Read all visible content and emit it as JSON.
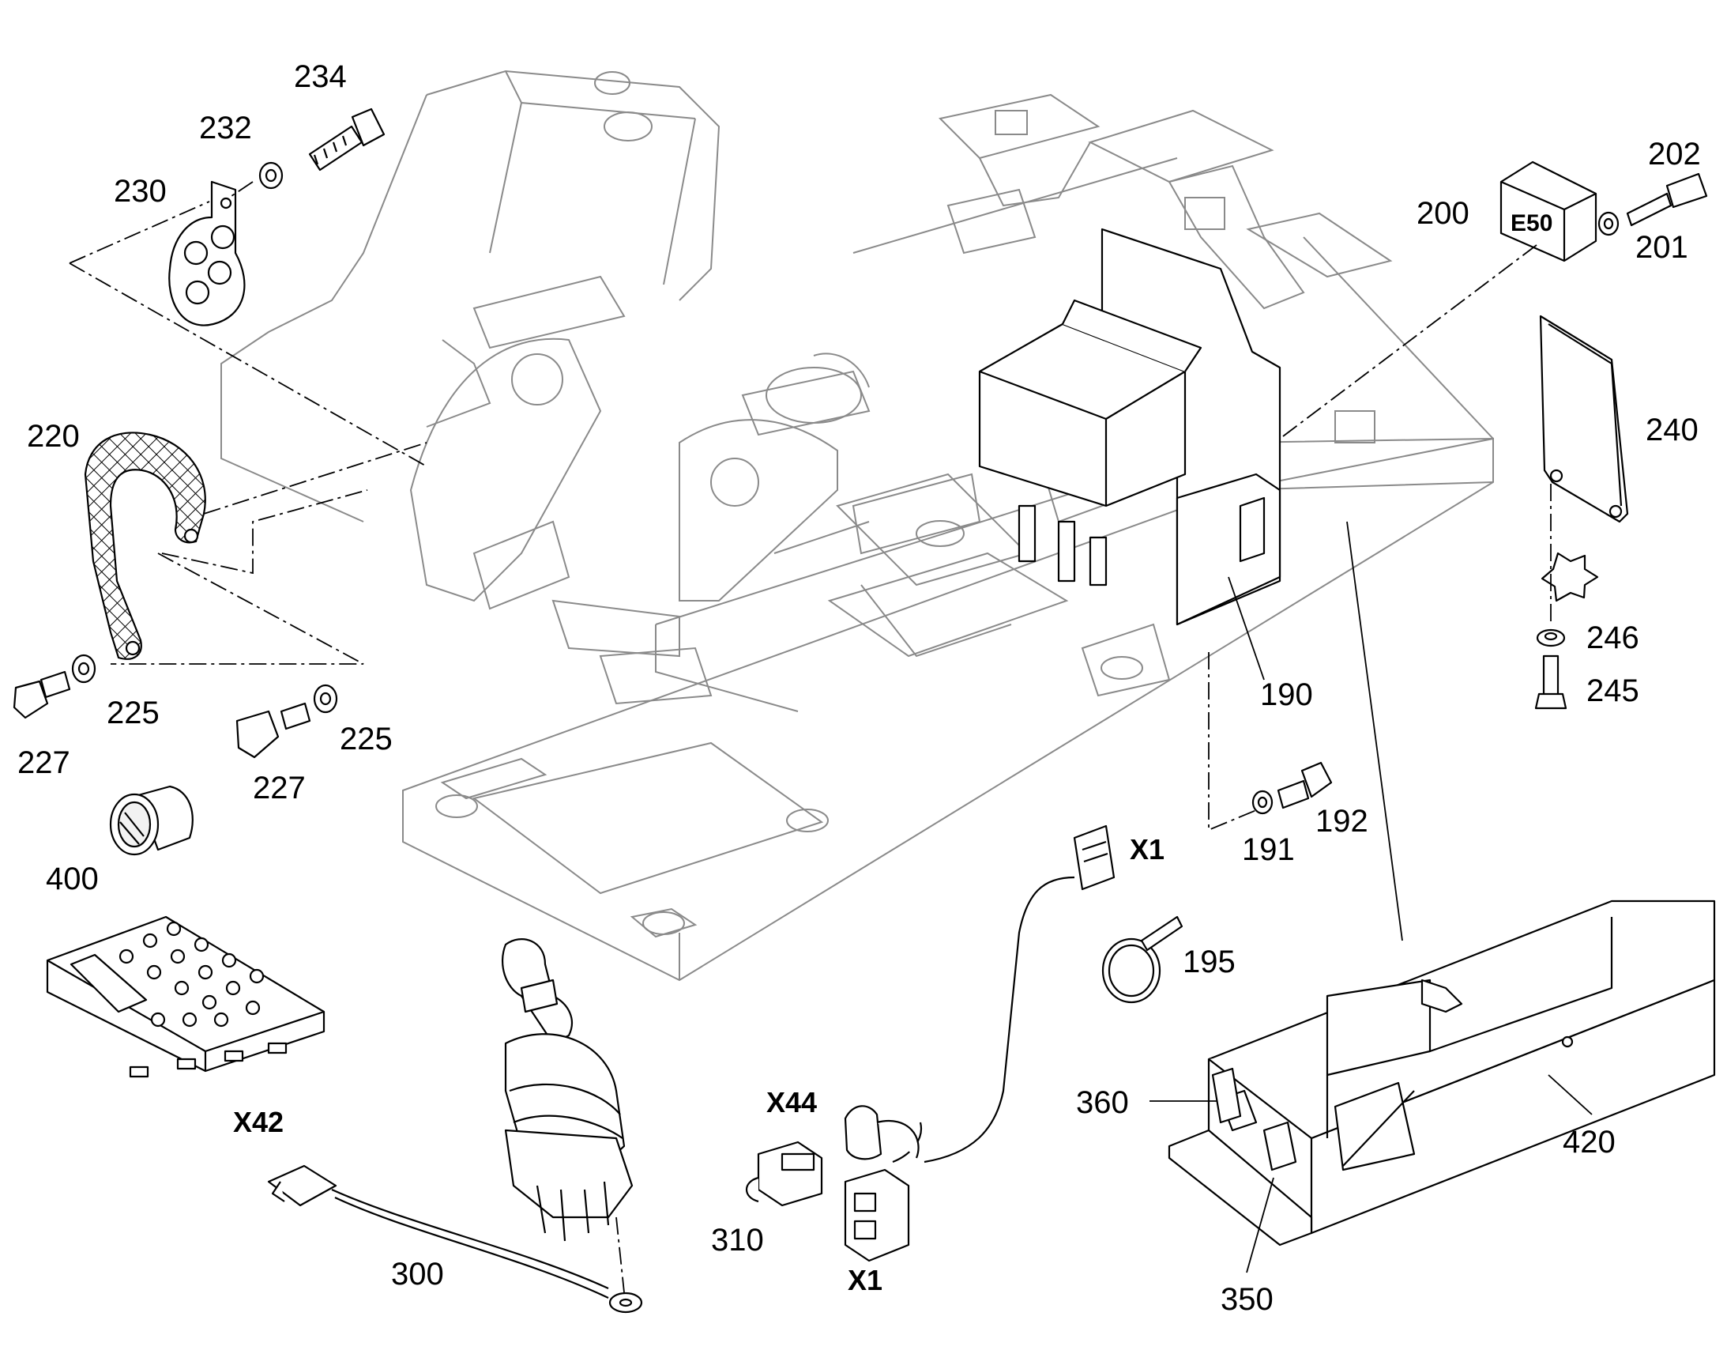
{
  "labels": {
    "p190": "190",
    "p191": "191",
    "p192": "192",
    "p195": "195",
    "p200": "200",
    "p201": "201",
    "p202": "202",
    "p220": "220",
    "p225a": "225",
    "p225b": "225",
    "p227a": "227",
    "p227b": "227",
    "p230": "230",
    "p232": "232",
    "p234": "234",
    "p240": "240",
    "p245": "245",
    "p246": "246",
    "p300": "300",
    "p310": "310",
    "p350": "350",
    "p360": "360",
    "p400": "400",
    "p420": "420"
  },
  "connectors": {
    "x1_top": "X1",
    "x1_bottom": "X1",
    "x42": "X42",
    "x44": "X44"
  },
  "badge": {
    "text": "E50"
  },
  "colors": {
    "ink": "#000000",
    "frame": "#8a8a8a",
    "paper": "#ffffff"
  }
}
